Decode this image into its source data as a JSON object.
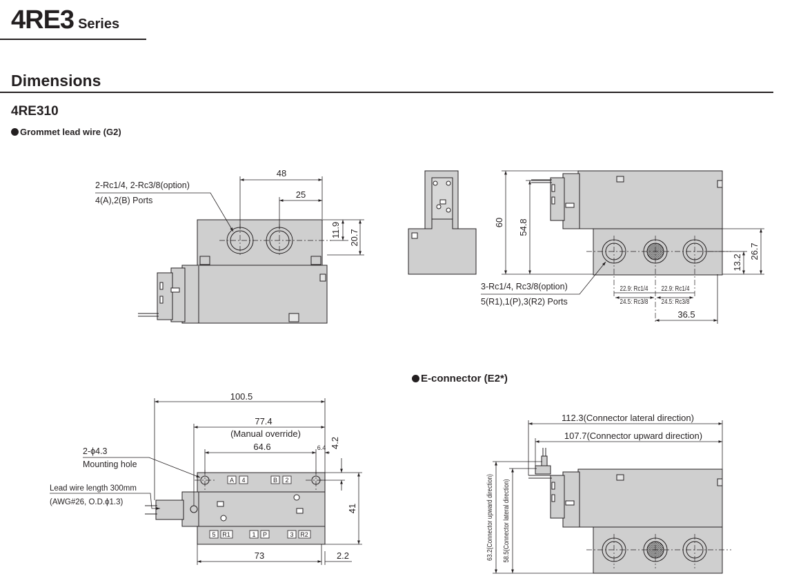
{
  "header": {
    "model": "4RE3",
    "series_word": "Series",
    "section": "Dimensions",
    "model_code": "4RE310",
    "grommet_title": "Grommet lead wire (G2)",
    "econnector_title": "E-connector (E2*)"
  },
  "view1": {
    "dim_48": "48",
    "dim_25": "25",
    "dim_11_9": "11.9",
    "dim_20_7": "20.7",
    "port_label_1": "2-Rc1/4, 2-Rc3/8(option)",
    "port_label_2": "4(A),2(B) Ports"
  },
  "view2": {
    "dim_60": "60",
    "dim_54_8": "54.8",
    "dim_26_7": "26.7",
    "dim_13_2": "13.2",
    "dim_36_5": "36.5",
    "pitch_a1": "22.9: Rc1/4",
    "pitch_a2": "24.5: Rc3/8",
    "pitch_b1": "22.9: Rc1/4",
    "pitch_b2": "24.5: Rc3/8",
    "port_label_1": "3-Rc1/4, Rc3/8(option)",
    "port_label_2": "5(R1),1(P),3(R2) Ports"
  },
  "view3": {
    "dim_100_5": "100.5",
    "dim_77_4": "77.4",
    "manual_override": "(Manual override)",
    "dim_64_6": "64.6",
    "dim_6_4": "6.4",
    "dim_4_2": "4.2",
    "dim_41": "41",
    "dim_73": "73",
    "dim_2_2": "2.2",
    "hole_label_1": "2-ϕ4.3",
    "hole_label_2": "Mounting hole",
    "lead_label_1": "Lead wire length 300mm",
    "lead_label_2": "(AWG#26, O.D.ϕ1.3)",
    "top_ports": [
      "A",
      "4",
      "B",
      "2"
    ],
    "bottom_ports": [
      "5",
      "R1",
      "1",
      "P",
      "3",
      "R2"
    ]
  },
  "view4": {
    "dim_112_3": "112.3(Connector lateral direction)",
    "dim_107_7": "107.7(Connector upward direction)",
    "dim_63_2": "63.2(Connector upward direction)",
    "dim_58_5": "58.5(Connector lateral direction)"
  }
}
